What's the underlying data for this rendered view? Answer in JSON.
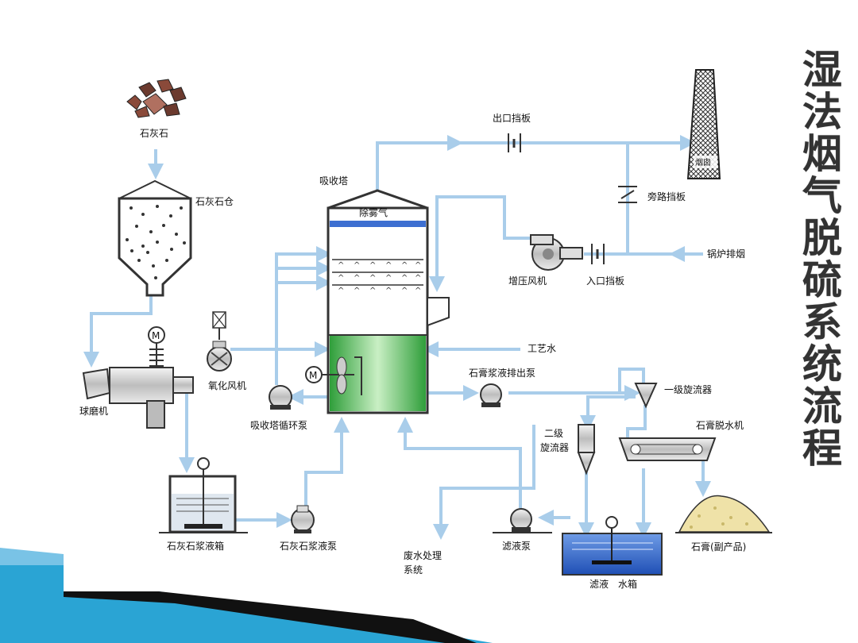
{
  "title_chars": [
    "湿",
    "法",
    "烟",
    "气",
    "脱",
    "硫",
    "系",
    "统",
    "流",
    "程"
  ],
  "labels": {
    "limestone": "石灰石",
    "limestone_silo": "石灰石仓",
    "ball_mill": "球磨机",
    "slurry_tank": "石灰石浆液箱",
    "slurry_pump": "石灰石浆液泵",
    "oxidation_fan": "氧化风机",
    "recirc_pump": "吸收塔循环泵",
    "absorber": "吸收塔",
    "demister": "除雾气",
    "outlet_damper": "出口挡板",
    "chimney": "烟囱",
    "bypass_damper": "旁路挡板",
    "boiler_flue": "锅炉排烟",
    "booster_fan": "增压风机",
    "inlet_damper": "入口挡板",
    "process_water": "工艺水",
    "gypsum_pump": "石膏浆液排出泵",
    "primary_cyclone": "一级旋流器",
    "gypsum_dewater": "石膏脱水机",
    "secondary_cyclone_1": "二级",
    "secondary_cyclone_2": "旋流器",
    "wastewater_1": "废水处理",
    "wastewater_2": "系统",
    "filtrate_pump": "滤液泵",
    "filtrate_tank_1": "滤液",
    "filtrate_tank_2": "水箱",
    "gypsum_product": "石膏(副产品)",
    "motor": "M"
  },
  "colors": {
    "pipe": "#a9cdea",
    "tower_green": "#3fae3f",
    "tank_water": "#2a5fc4",
    "chimney": "#444444",
    "footer_dark": "#111111",
    "footer_blue": "#2aa4d4"
  }
}
